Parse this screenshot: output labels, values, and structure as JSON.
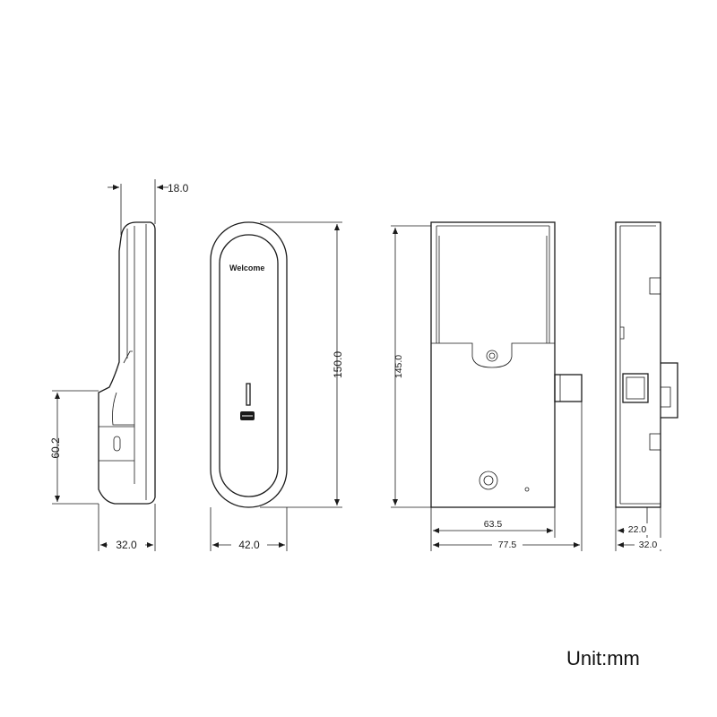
{
  "views": {
    "side": {
      "dims": {
        "depth_top": "18.0",
        "height_lower": "60.2",
        "depth_bottom": "32.0"
      }
    },
    "front": {
      "brand": "Welcome",
      "dims": {
        "height": "150.0",
        "width": "42.0"
      }
    },
    "back": {
      "dims": {
        "height": "145.0",
        "inner_width": "63.5",
        "outer_width": "77.5"
      }
    },
    "edge": {
      "dims": {
        "inner_depth": "22.0",
        "outer_depth": "32.0"
      }
    }
  },
  "unit_label": "Unit:mm"
}
